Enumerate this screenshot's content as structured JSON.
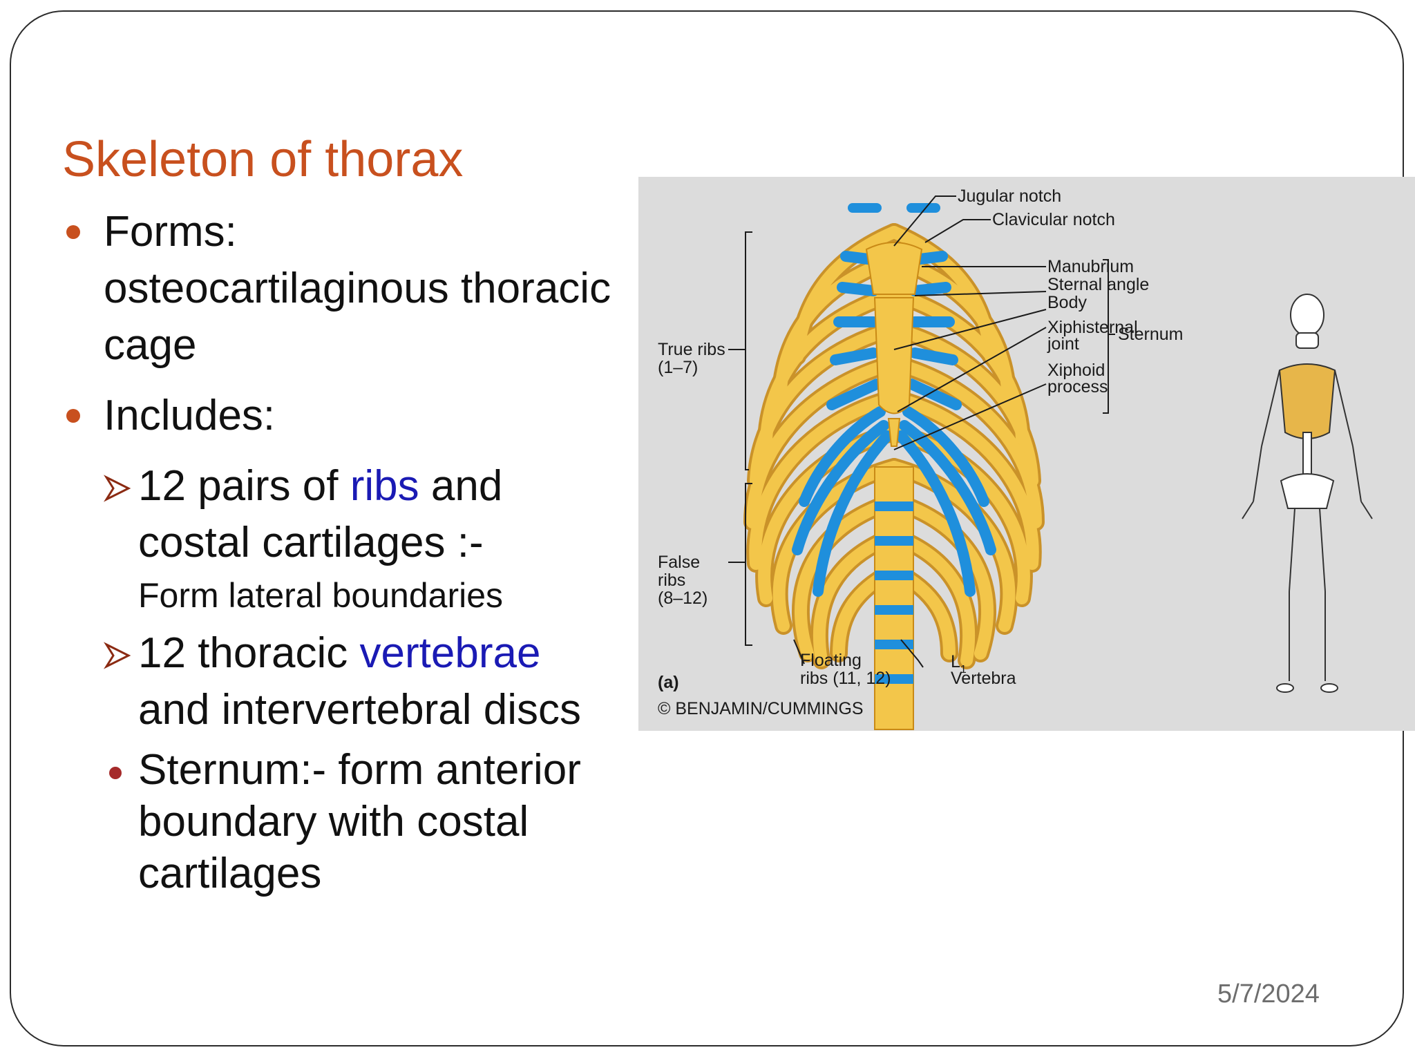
{
  "slide": {
    "title": "Skeleton of thorax",
    "bullets": [
      {
        "head": "Forms:",
        "rest": "osteocartilaginous thoracic cage"
      },
      {
        "head": "Includes:"
      }
    ],
    "sub_items": {
      "ribs": {
        "pre": "12 pairs of ",
        "keyword": "ribs",
        "post": " and costal cartilages :-",
        "note": "Form lateral boundaries"
      },
      "vertebrae": {
        "pre": "12 thoracic ",
        "keyword": "vertebrae",
        "post": " and intervertebral discs"
      },
      "sternum": {
        "text": "Sternum:- form anterior boundary with costal cartilages"
      }
    },
    "date": "5/7/2024"
  },
  "figure": {
    "labels": {
      "jugular_notch": "Jugular notch",
      "clavicular_notch": "Clavicular notch",
      "manubrium": "Manubrium",
      "sternal_angle": "Sternal angle",
      "body": "Body",
      "xiphisternal_1": "Xiphisternal",
      "xiphisternal_2": "joint",
      "xiphoid_1": "Xiphoid",
      "xiphoid_2": "process",
      "sternum": "Sternum",
      "true_ribs_1": "True ribs",
      "true_ribs_2": "(1–7)",
      "false_ribs_1": "False",
      "false_ribs_2": "ribs",
      "false_ribs_3": "(8–12)",
      "floating_1": "Floating",
      "floating_2": "ribs (11, 12)",
      "l1_1": "L",
      "l1_sub": "1",
      "l1_2": "Vertebra",
      "panel": "(a)",
      "copyright": "© BENJAMIN/CUMMINGS"
    },
    "colors": {
      "bone": "#f3c64a",
      "bone_edge": "#c98a16",
      "cartilage": "#1f8fdc",
      "background": "#dcdcdc"
    }
  }
}
